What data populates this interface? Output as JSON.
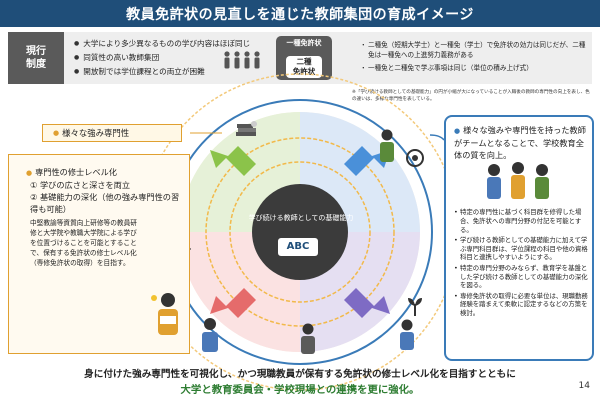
{
  "title": "教員免許状の見直しを通じた教師集団の育成イメージ",
  "current": {
    "label_line1": "現行",
    "label_line2": "制度",
    "items": [
      "大学により多少異なるものの学び内容はほぼ同じ",
      "同質性の高い教師集団",
      "開放制では学位課程との両立が困難"
    ]
  },
  "license": {
    "top": "一種免許状",
    "bottom_line1": "二種",
    "bottom_line2": "免許状"
  },
  "right_notes": [
    "二種免（短期大学士）と一種免（学士）で免許状の効力は同じだが、二種免は一種免への上進努力義務がある",
    "一種免と二種免で学ぶ事項は同じ（単位の積み上げ式）"
  ],
  "footnote": "※「学び続ける教師としての基礎能力」の円が小縮が大になっていることが入職後の教師の専門性の向上を表し、色の違いは、多様な専門性を表している。",
  "left_top_label": "様々な強み専門性",
  "left_panel": {
    "heading": "専門性の修士レベル化",
    "items": [
      "① 学びの広さと深さを両立",
      "② 基礎能力の深化（他の強み専門性の習得も可能）"
    ],
    "body": "中堅教諭等資質向上研修等の教員研修と大学院や教職大学院による学びを位置づけることを可能とすることで、保有する免許状の修士レベル化（専修免許状の取得）を目指す。"
  },
  "center": {
    "label": "学び続ける教師としての基礎能力",
    "abc": "ABC"
  },
  "right_panel": {
    "heading": "様々な強みや専門性を持った教師がチームとなることで、学校教育全体の質を向上。",
    "items": [
      "特定の専門性に基づく科目群を修得した場合、免許状への専門分野の付記を可能とする。",
      "学び続ける教師としての基礎能力に加えて学ぶ専門科目群は、学位課程の科目や他の資格科目と連携しやすいようにする。",
      "特定の専門分野のみならず、教育学を基盤とした学び続ける教師としての基礎能力の深化を図る。",
      "専修免許状の取得に必要な単位は、現職勤務経験を踏まえて柔軟に認定するなどの方策を検討。"
    ]
  },
  "bottom": {
    "line1": "身に付けた強み専門性を可視化し、かつ現職教員が保有する免許状の修士レベル化を目指すとともに",
    "line2": "大学と教育委員会・学校現場との連携を更に強化。"
  },
  "page_number": "14",
  "colors": {
    "title_bg": "#1f4e79",
    "accent_orange": "#e0a030",
    "accent_blue": "#3a7bb8",
    "bottom_green": "#2e7d32",
    "center_dark": "#3b3b3b"
  },
  "icons": [
    "books-icon",
    "magnifier-icon",
    "teacher-icon",
    "group-icon",
    "person-head-icon",
    "plant-icon",
    "lightbulb-icon"
  ]
}
